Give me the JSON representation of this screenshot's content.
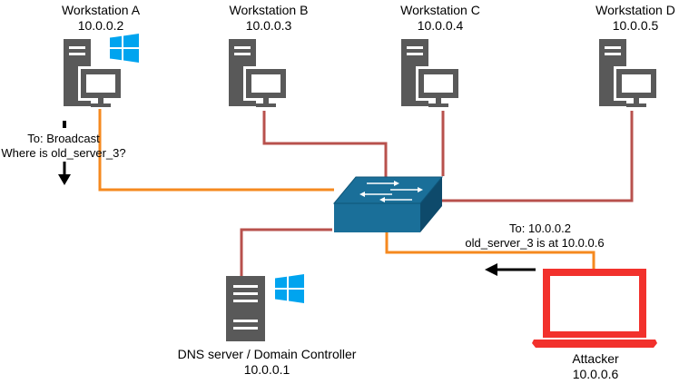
{
  "nodes": {
    "workstation_a": {
      "name": "Workstation A",
      "ip": "10.0.0.2"
    },
    "workstation_b": {
      "name": "Workstation B",
      "ip": "10.0.0.3"
    },
    "workstation_c": {
      "name": "Workstation C",
      "ip": "10.0.0.4"
    },
    "workstation_d": {
      "name": "Workstation D",
      "ip": "10.0.0.5"
    },
    "dns_server": {
      "name": "DNS server / Domain Controller",
      "ip": "10.0.0.1"
    },
    "attacker": {
      "name": "Attacker",
      "ip": "10.0.0.6"
    }
  },
  "messages": {
    "broadcast": {
      "line1": "To: Broadcast",
      "line2": "Where is old_server_3?"
    },
    "spoof": {
      "line1": "To: 10.0.0.2",
      "line2": "old_server_3 is at 10.0.0.6"
    }
  },
  "colors": {
    "normal_link": "#b8514d",
    "active_link": "#f5891f",
    "computer": "#595959",
    "windows_logo": "#00a4ef",
    "switch_body": "#1a6f99",
    "attacker_laptop": "#f2312c"
  },
  "icons": {
    "workstation": "desktop-computer-icon",
    "server": "server-tower-icon",
    "switch": "network-switch-icon",
    "laptop": "laptop-icon",
    "os": "windows-logo-icon"
  }
}
